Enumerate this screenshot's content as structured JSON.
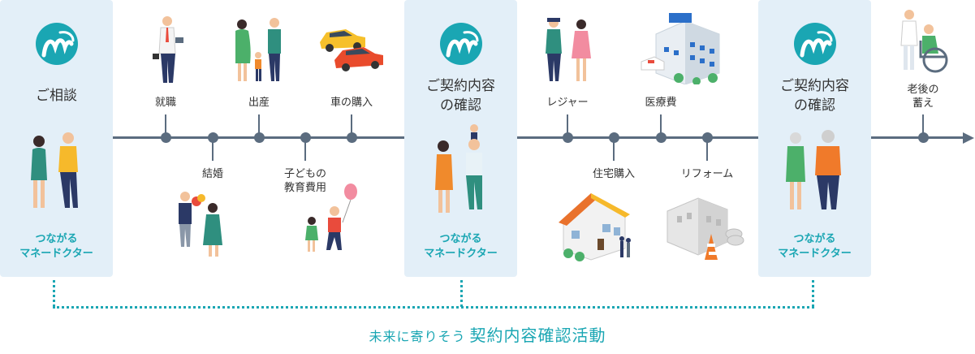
{
  "panels": [
    {
      "title": "ご相談",
      "footer": "つながる\nマネードクター"
    },
    {
      "title": "ご契約内容\nの確認",
      "footer": "つながる\nマネードクター"
    },
    {
      "title": "ご契約内容\nの確認",
      "footer": "つながる\nマネードクター"
    }
  ],
  "events": {
    "shushoku": "就職",
    "kekkon": "結婚",
    "shussan": "出産",
    "kyoiku": "子どもの\n教育費用",
    "kuruma": "車の購入",
    "leisure": "レジャー",
    "jutaku": "住宅購入",
    "iryo": "医療費",
    "reform": "リフォーム",
    "rogo": "老後の\n蓄え"
  },
  "caption": {
    "small": "未来に寄りそう",
    "big": "契約内容確認活動"
  },
  "colors": {
    "accent": "#1aa6b3",
    "timeline": "#5b6c7f",
    "panel": "#e3eff8"
  }
}
